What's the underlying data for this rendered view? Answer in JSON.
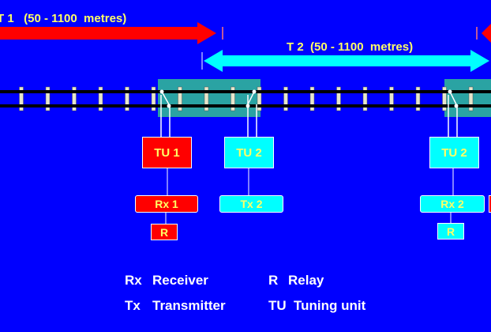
{
  "track_circuits": {
    "t1_label": "T 1   (50 - 1100  metres)",
    "t2_label": "T 2  (50 - 1100  metres)"
  },
  "units": {
    "tu1": "TU 1",
    "tu2_left": "TU 2",
    "tu2_right": "TU 2",
    "rx1": "Rx 1",
    "tx2": "Tx 2",
    "rx2": "Rx 2",
    "relay_left": "R",
    "relay_right": "R"
  },
  "legend": {
    "rx_abbr": "Rx",
    "rx_text": "Receiver",
    "tx_abbr": "Tx",
    "tx_text": "Transmitter",
    "r_abbr": "R",
    "r_text": "Relay",
    "tu_abbr": "TU",
    "tu_text": "Tuning unit"
  },
  "colors": {
    "background": "#0000ff",
    "red": "#ff0000",
    "cyan": "#00ffff",
    "teal": "#2aa3a3",
    "label": "#ffff66"
  }
}
